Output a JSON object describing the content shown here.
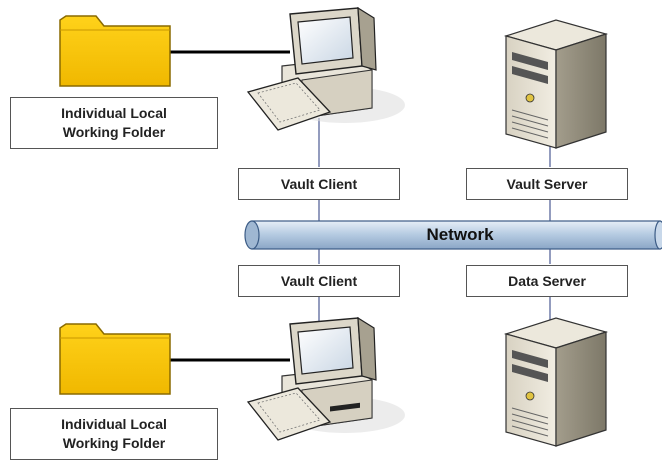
{
  "labels": {
    "folder_top": "Individual Local Working Folder",
    "folder_bottom": "Individual Local Working Folder",
    "client_top": "Vault Client",
    "client_bottom": "Vault Client",
    "vault_server": "Vault Server",
    "data_server": "Data Server",
    "network": "Network"
  },
  "colors": {
    "folder": "#f5c400",
    "network_pipe": "#b8cde3",
    "link_line": "#6f7aa8"
  }
}
